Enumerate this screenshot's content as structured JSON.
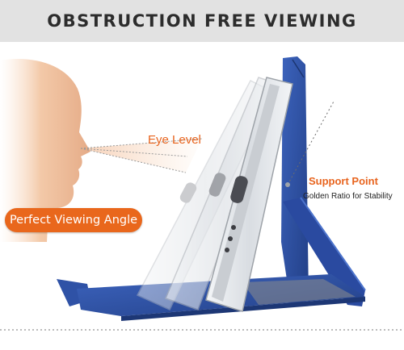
{
  "header": {
    "title": "OBSTRUCTION FREE VIEWING"
  },
  "labels": {
    "eye_level": "Eye Level",
    "perfect_viewing_angle": "Perfect Viewing Angle",
    "support_point": "Support Point",
    "golden_ratio": "Golden Ratio for Stability"
  },
  "colors": {
    "accent_orange": "#e8641e",
    "header_bg": "#e2e2e2",
    "case_blue": "#2f52a6",
    "face_skin": "#e9b896"
  }
}
